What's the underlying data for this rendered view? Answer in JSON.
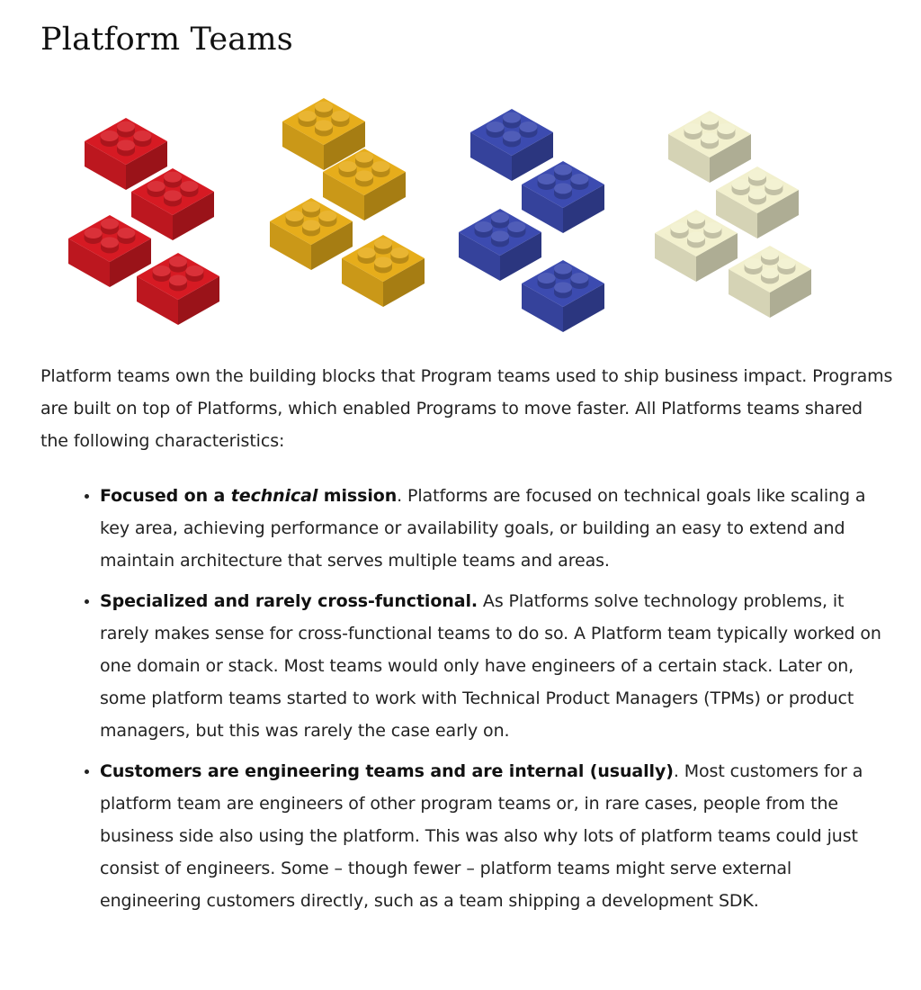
{
  "title": "Platform Teams",
  "illustration": {
    "icon": "building-blocks",
    "colors": {
      "red": "#d61a23",
      "yellow": "#e6ad1b",
      "blue": "#3c4bb0",
      "cream": "#f2f0ce"
    }
  },
  "intro": "Platform teams own the building blocks that Program teams used to ship business impact. Programs are built on top of Platforms, which enabled Programs to move faster. All Platforms teams shared the following characteristics:",
  "points": [
    {
      "lead_a": "Focused on a ",
      "lead_em": "technical",
      "lead_b": " mission",
      "body": ". Platforms are focused on technical goals like scaling a key area, achieving performance or availability goals, or building an easy to extend and maintain architecture that serves multiple teams and areas."
    },
    {
      "lead": "Specialized and rarely cross-functional.",
      "body": " As Platforms solve technology problems, it rarely makes sense for cross-functional teams to do so. A Platform team typically worked on one domain or stack. Most teams would only have engineers of a certain stack. Later on, some platform teams started to work with Technical Product Managers (TPMs) or product managers, but this was rarely the case early on."
    },
    {
      "lead": "Customers are engineering teams and are internal (usually)",
      "body": ". Most customers for a platform team are engineers of other program teams or, in rare cases, people from the business side also using the platform. This was also why lots of platform teams could just consist of engineers. Some – though fewer – platform teams might serve external engineering customers directly, such as a team shipping a development SDK."
    }
  ]
}
